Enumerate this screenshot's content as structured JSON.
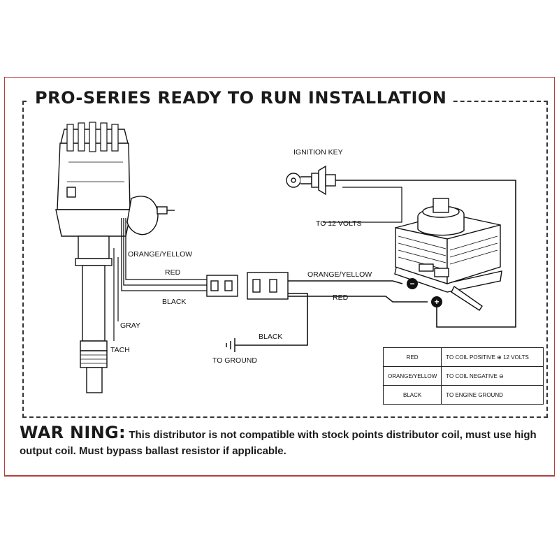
{
  "title": "PRO-SERIES READY TO RUN INSTALLATION",
  "labels": {
    "ignition_key": "IGNITION KEY",
    "to_12_volts": "TO 12 VOLTS",
    "orange_yellow_left": "ORANGE/YELLOW",
    "red_left": "RED",
    "black_left": "BLACK",
    "gray": "GRAY",
    "tach": "TACH",
    "orange_yellow_right": "ORANGE/YELLOW",
    "red_right": "RED",
    "black_ground": "BLACK",
    "to_ground": "TO GROUND"
  },
  "terminals": {
    "negative": "−",
    "positive": "+"
  },
  "legend": [
    {
      "wire": "RED",
      "connection": "TO COIL POSITIVE ⊕ 12 VOLTS"
    },
    {
      "wire": "ORANGE/YELLOW",
      "connection": "TO COIL NEGATIVE ⊖"
    },
    {
      "wire": "BLACK",
      "connection": "TO ENGINE GROUND"
    }
  ],
  "warning": {
    "heading": "WAR NING:",
    "text": "This distributor is not compatible with stock points distributor coil, must use high output coil. Must bypass ballast resistor if applicable."
  },
  "colors": {
    "border": "#b33d3d",
    "ink": "#111111"
  }
}
